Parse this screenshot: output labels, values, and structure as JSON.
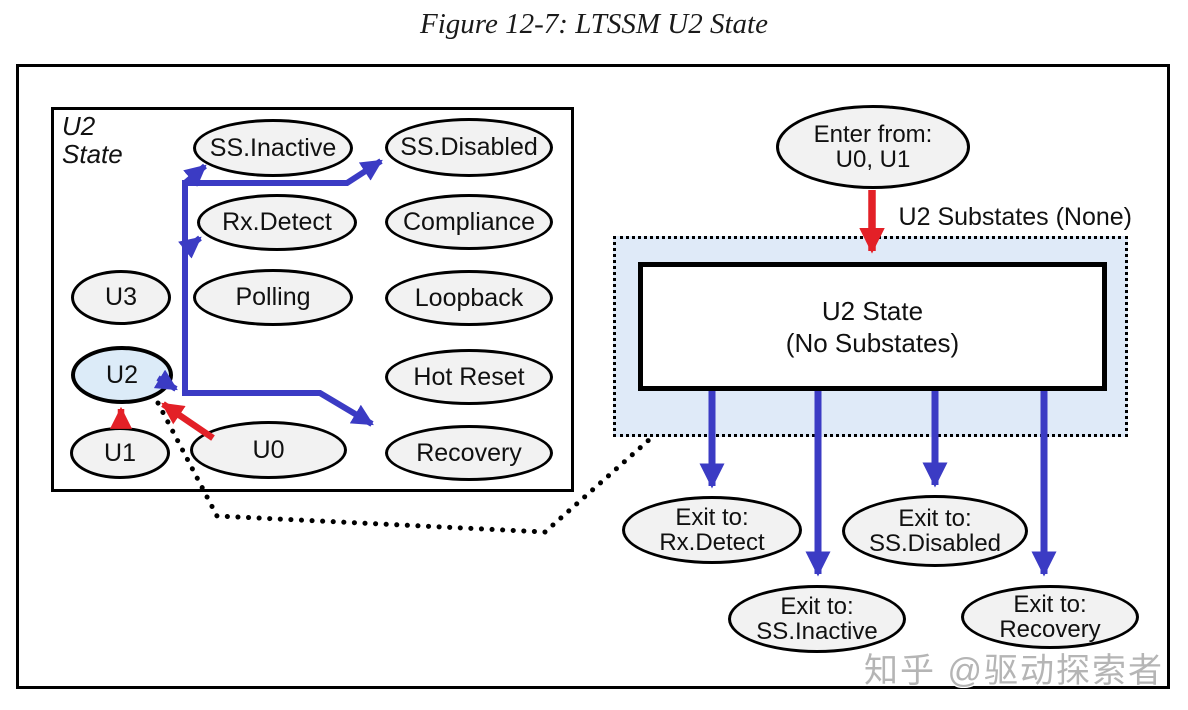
{
  "figure_title": "Figure 12-7: LTSSM U2 State",
  "ltssm_panel": {
    "panel_label": "U2\nState",
    "states": [
      {
        "id": "ss-inactive",
        "label": "SS.Inactive"
      },
      {
        "id": "ss-disabled",
        "label": "SS.Disabled"
      },
      {
        "id": "rx-detect",
        "label": "Rx.Detect"
      },
      {
        "id": "compliance",
        "label": "Compliance"
      },
      {
        "id": "u3",
        "label": "U3"
      },
      {
        "id": "polling",
        "label": "Polling"
      },
      {
        "id": "loopback",
        "label": "Loopback"
      },
      {
        "id": "u2",
        "label": "U2",
        "highlighted": true
      },
      {
        "id": "hot-reset",
        "label": "Hot Reset"
      },
      {
        "id": "u1",
        "label": "U1"
      },
      {
        "id": "u0",
        "label": "U0"
      },
      {
        "id": "recovery",
        "label": "Recovery"
      }
    ]
  },
  "detail_panel": {
    "enter_line1": "Enter from:",
    "enter_line2": "U0, U1",
    "substates_caption": "U2 Substates (None)",
    "state_box_line1": "U2 State",
    "state_box_line2": "(No Substates)",
    "exits": [
      {
        "line1": "Exit to:",
        "line2": "Rx.Detect"
      },
      {
        "line1": "Exit to:",
        "line2": "SS.Disabled"
      },
      {
        "line1": "Exit to:",
        "line2": "SS.Inactive"
      },
      {
        "line1": "Exit to:",
        "line2": "Recovery"
      }
    ]
  },
  "watermark": "知乎 @驱动探索者",
  "colors": {
    "transition_blue": "#3b3bc4",
    "transition_red": "#e32027",
    "highlight_fill": "#dcebf8",
    "state_fill": "#f2f2f2",
    "substates_fill": "#dfeaf8"
  }
}
